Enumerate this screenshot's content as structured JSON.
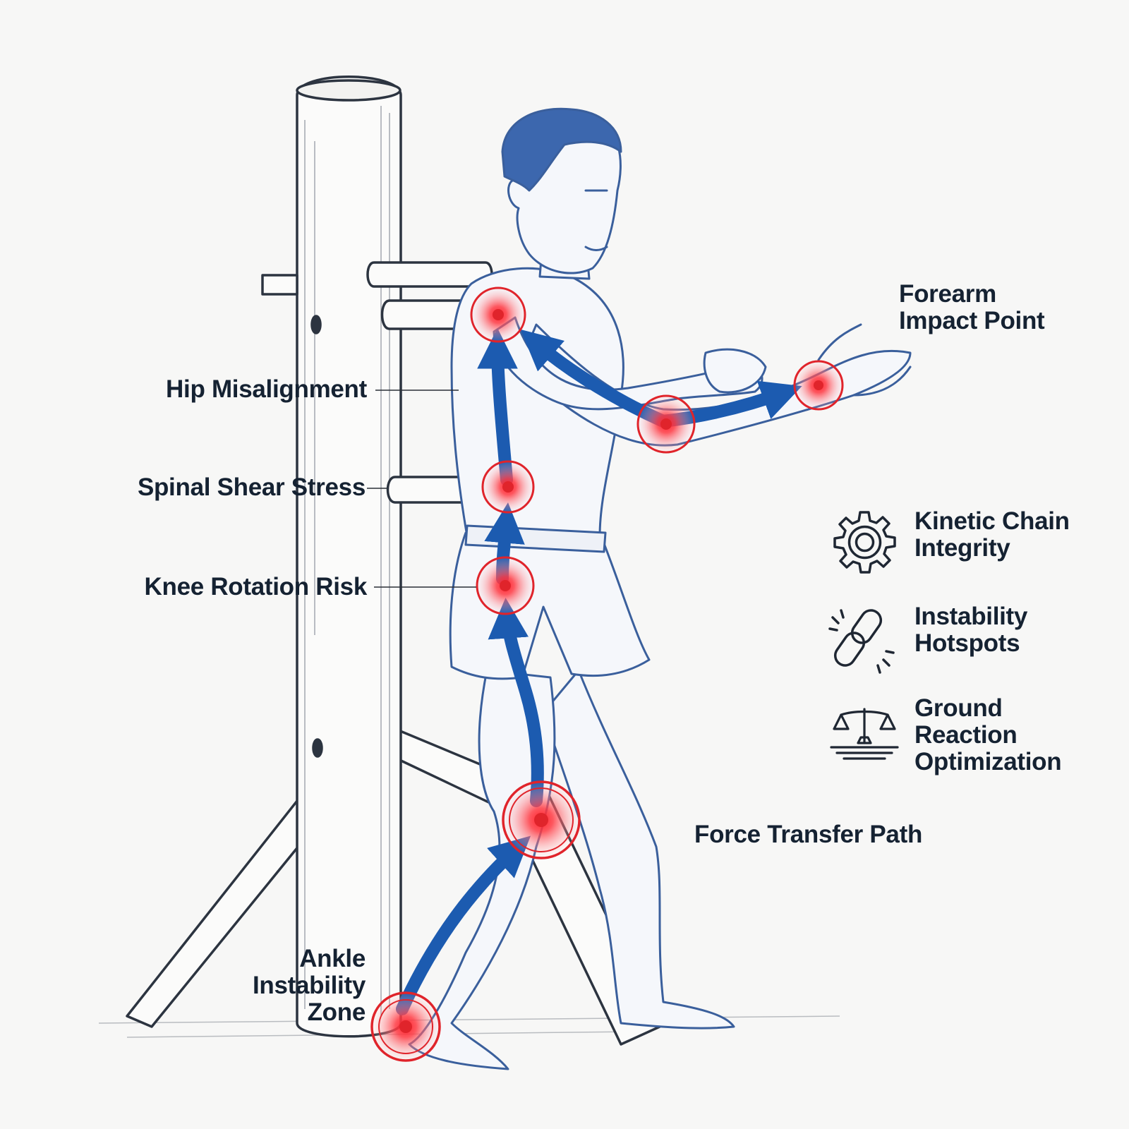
{
  "labels": {
    "forearm": [
      "Forearm",
      "Impact Point"
    ],
    "hip": "Hip Misalignment",
    "spinal": "Spinal Shear Stress",
    "knee": "Knee Rotation Risk",
    "force": "Force Transfer Path",
    "ankle": [
      "Ankle",
      "Instability",
      "Zone"
    ]
  },
  "legend": [
    {
      "lines": [
        "Kinetic Chain",
        "Integrity"
      ],
      "icon": "gear-icon"
    },
    {
      "lines": [
        "Instability",
        "Hotspots"
      ],
      "icon": "broken-chain-icon"
    },
    {
      "lines": [
        "Ground",
        "Reaction",
        "Optimization"
      ],
      "icon": "balance-scale-icon"
    }
  ],
  "colors": {
    "force_path": "#1c5bb0",
    "hotspot": "#e0242b",
    "sketch": "#2c3440",
    "figure": "#3a5f9c",
    "text": "#152232"
  }
}
